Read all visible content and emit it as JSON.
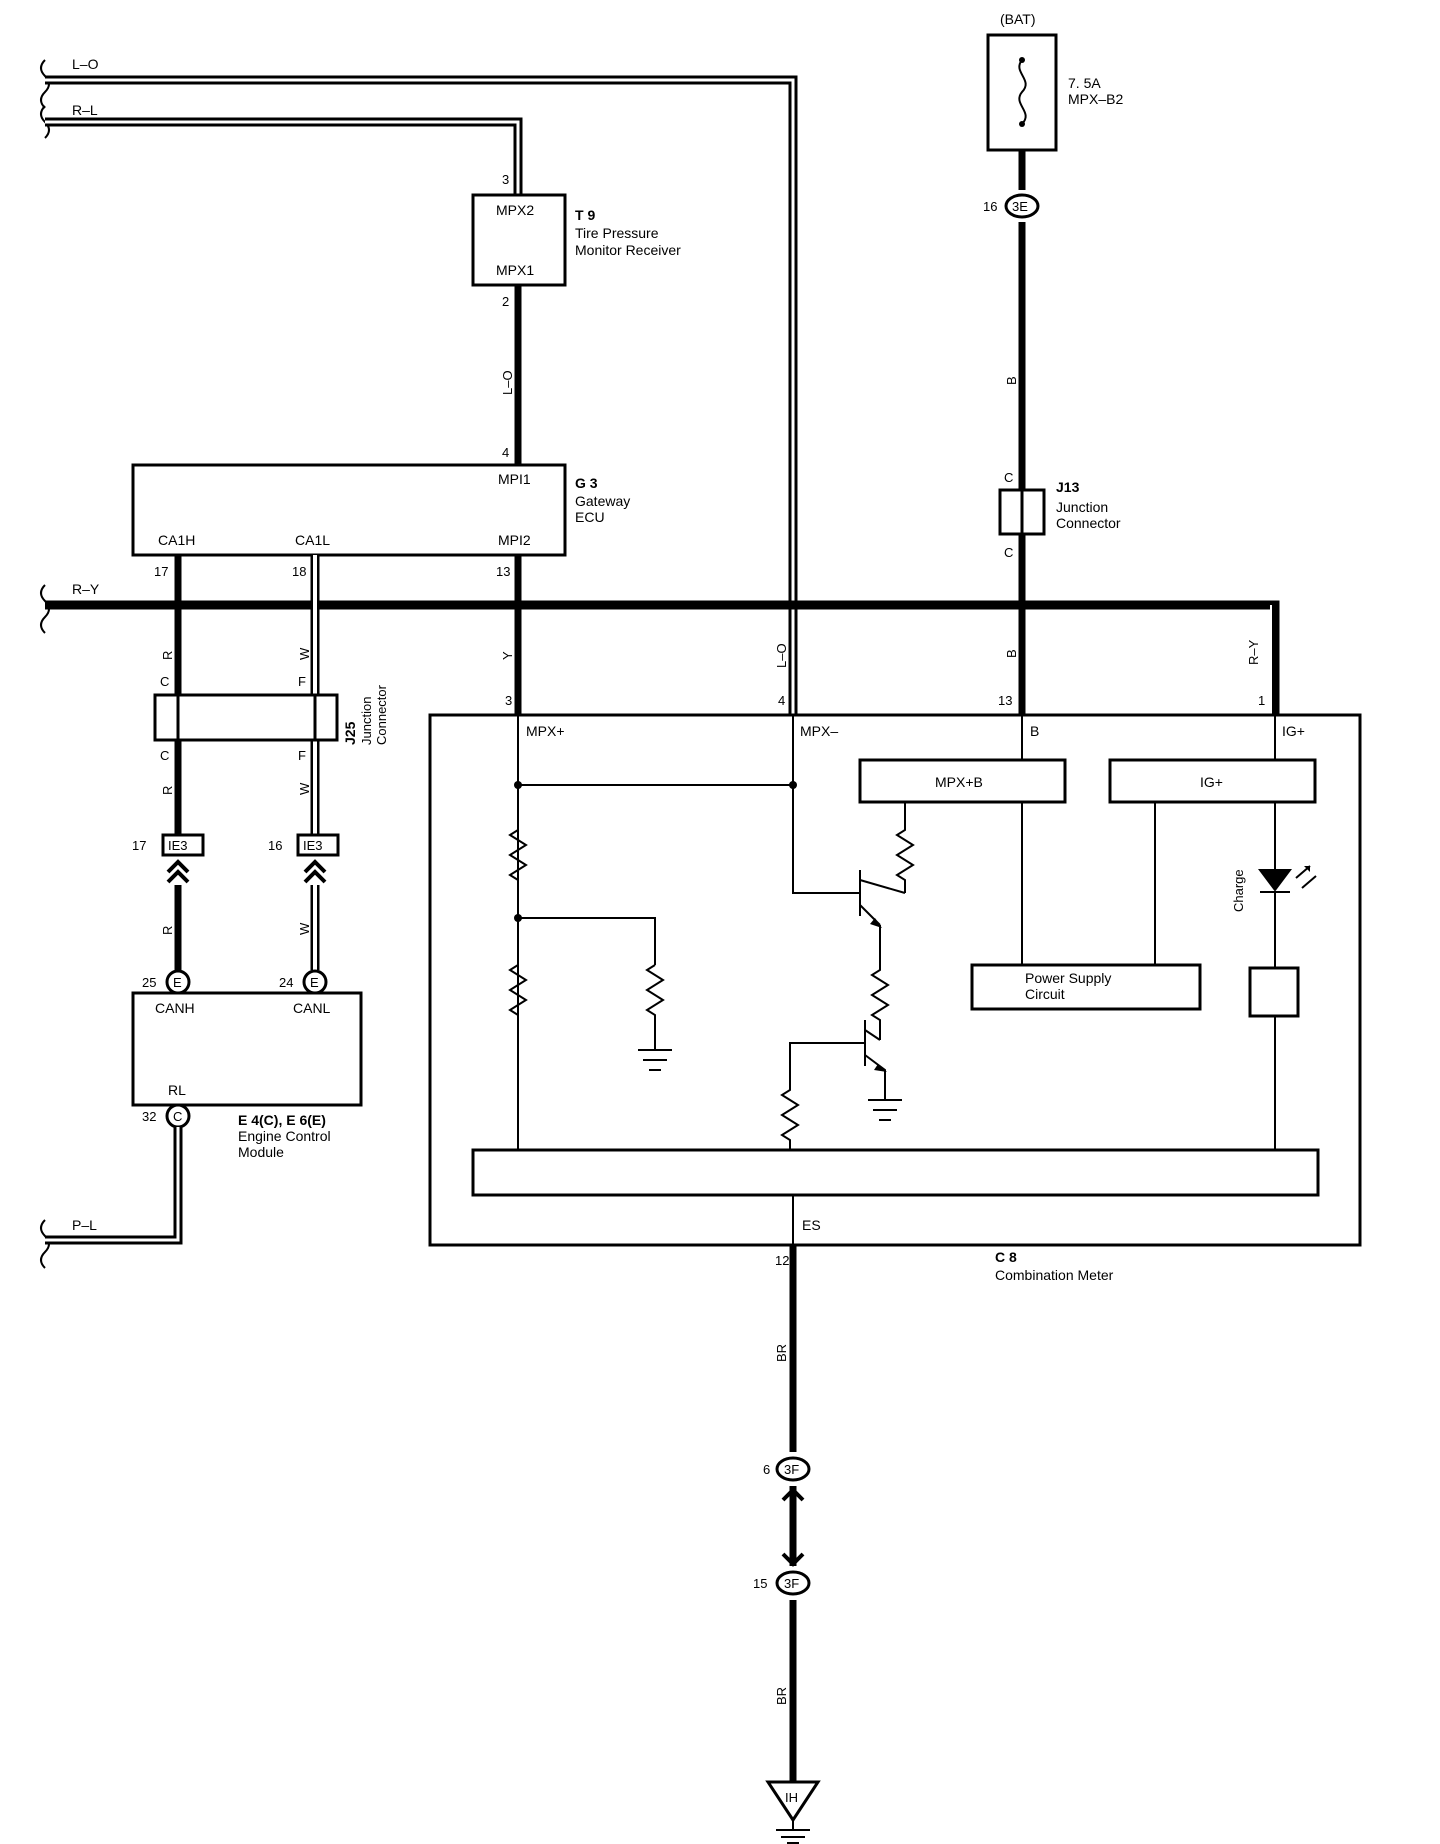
{
  "wires": {
    "l_o_top": "L–O",
    "r_l_top": "R–L",
    "r_y_bus": "R–Y",
    "p_l": "P–L",
    "l_o_vert1": "L–O",
    "l_o_vert2": "L–O",
    "b_1": "B",
    "b_2": "B",
    "r_y_vert": "R–Y",
    "r_1": "R",
    "r_2": "R",
    "r_3": "R",
    "w_1": "W",
    "w_2": "W",
    "w_3": "W",
    "y": "Y",
    "br_1": "BR",
    "br_2": "BR"
  },
  "fuse": {
    "source": "(BAT)",
    "rating": "7. 5A",
    "name": "MPX–B2"
  },
  "tpms": {
    "id": "T 9",
    "name_line1": "Tire Pressure",
    "name_line2": "Monitor Receiver",
    "term_top": "MPX2",
    "term_bottom": "MPX1",
    "pin_top": "3",
    "pin_bottom": "2"
  },
  "gateway": {
    "id": "G 3",
    "name_line1": "Gateway",
    "name_line2": "ECU",
    "term_mpi1": "MPI1",
    "term_mpi2": "MPI2",
    "term_ca1h": "CA1H",
    "term_ca1l": "CA1L",
    "pin_mpi1": "4",
    "pin_ca1h": "17",
    "pin_ca1l": "18",
    "pin_mpi2": "13"
  },
  "j13": {
    "id": "J13",
    "name_line1": "Junction",
    "name_line2": "Connector",
    "pin_top": "C",
    "pin_bottom": "C"
  },
  "j25": {
    "id": "J25",
    "name_line1": "Junction",
    "name_line2": "Connector",
    "pin_c_top": "C",
    "pin_f_top": "F",
    "pin_c_bottom": "C",
    "pin_f_bottom": "F"
  },
  "connectors": {
    "c3e_pin": "16",
    "c3e_label": "3E",
    "ie3_left_pin": "17",
    "ie3_left_label": "IE3",
    "ie3_right_pin": "16",
    "ie3_right_label": "IE3",
    "e25_pin": "25",
    "e25_label": "E",
    "e24_pin": "24",
    "e24_label": "E",
    "c32_pin": "32",
    "c32_label": "C",
    "f6_pin": "6",
    "f6_label": "3F",
    "f15_pin": "15",
    "f15_label": "3F",
    "ground_label": "IH"
  },
  "ecm": {
    "id": "E 4(C), E 6(E)",
    "name_line1": "Engine Control",
    "name_line2": "Module",
    "term_canh": "CANH",
    "term_canl": "CANL",
    "term_rl": "RL"
  },
  "meter": {
    "id": "C 8",
    "name": "Combination Meter",
    "term_mpx_plus": "MPX+",
    "term_mpx_minus": "MPX–",
    "term_b": "B",
    "term_ig_plus": "IG+",
    "term_es": "ES",
    "pin_mpx_plus": "3",
    "pin_mpx_minus": "4",
    "pin_b": "13",
    "pin_ig_plus": "1",
    "pin_es": "12",
    "block_mpxb": "MPX+B",
    "block_ig": "IG+",
    "power_line1": "Power Supply",
    "power_line2": "Circuit",
    "charge_label": "Charge"
  }
}
